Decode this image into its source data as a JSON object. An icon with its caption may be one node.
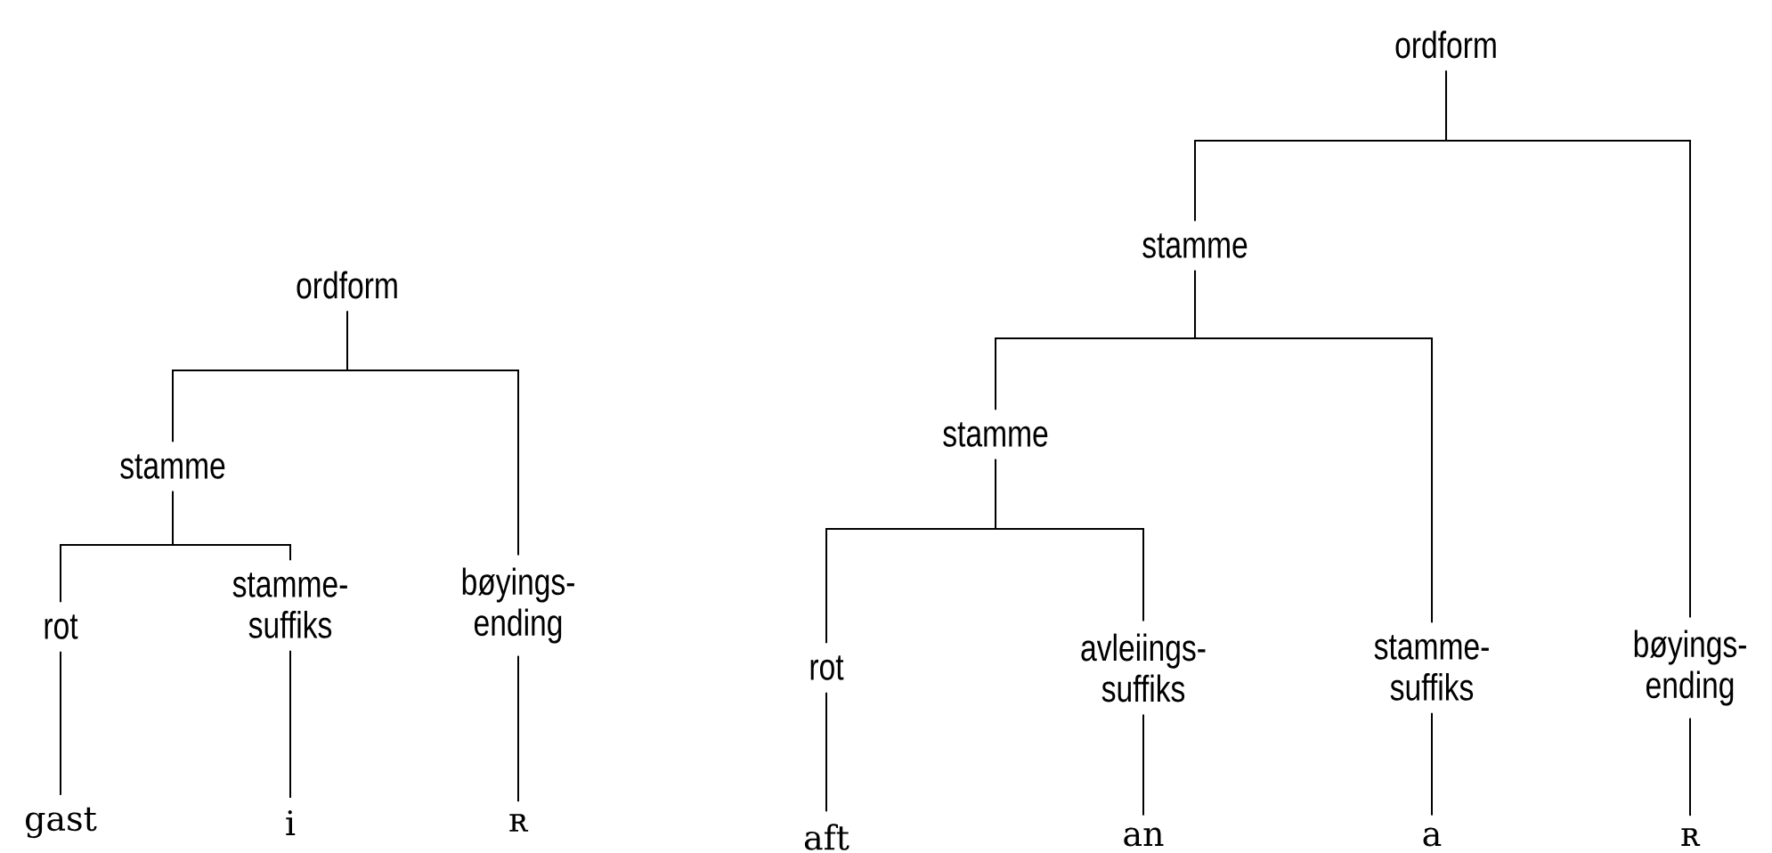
{
  "diagram": {
    "nodes": [
      {
        "text": [
          "ordform"
        ]
      },
      {
        "text": [
          "stamme"
        ]
      },
      {
        "text": [
          "rot"
        ]
      },
      {
        "text": [
          "stamme- suffiks"
        ]
      },
      {
        "text": [
          "bøyings- ending"
        ]
      },
      {
        "text": [
          "gast"
        ]
      },
      {
        "text": [
          "i"
        ]
      },
      {
        "text": [
          "ʀ"
        ]
      },
      {
        "text": [
          "ordform"
        ]
      },
      {
        "text": [
          "stamme"
        ]
      },
      {
        "text": [
          "stamme"
        ]
      },
      {
        "text": [
          "rot"
        ]
      },
      {
        "text": [
          "avleiings- suffiks"
        ]
      },
      {
        "text": [
          "stamme- suffiks"
        ]
      },
      {
        "text": [
          "bøyings- ending"
        ]
      },
      {
        "text": [
          "aft"
        ]
      },
      {
        "text": [
          "an"
        ]
      },
      {
        "text": [
          "a"
        ]
      },
      {
        "text": [
          "ʀ"
        ]
      }
    ],
    "edges": [
      {
        "from": 0,
        "to": 1,
        "arrow": "none"
      },
      {
        "from": 0,
        "to": 4,
        "arrow": "none"
      },
      {
        "from": 1,
        "to": 2,
        "arrow": "none"
      },
      {
        "from": 1,
        "to": 3,
        "arrow": "none"
      },
      {
        "from": 2,
        "to": 5,
        "arrow": "none"
      },
      {
        "from": 3,
        "to": 6,
        "arrow": "none"
      },
      {
        "from": 4,
        "to": 7,
        "arrow": "none"
      },
      {
        "from": 8,
        "to": 9,
        "arrow": "none"
      },
      {
        "from": 8,
        "to": 14,
        "arrow": "none"
      },
      {
        "from": 9,
        "to": 10,
        "arrow": "none"
      },
      {
        "from": 9,
        "to": 13,
        "arrow": "none"
      },
      {
        "from": 10,
        "to": 11,
        "arrow": "none"
      },
      {
        "from": 10,
        "to": 12,
        "arrow": "none"
      },
      {
        "from": 11,
        "to": 15,
        "arrow": "none"
      },
      {
        "from": 12,
        "to": 16,
        "arrow": "none"
      },
      {
        "from": 13,
        "to": 17,
        "arrow": "none"
      },
      {
        "from": 14,
        "to": 18,
        "arrow": "none"
      }
    ]
  }
}
